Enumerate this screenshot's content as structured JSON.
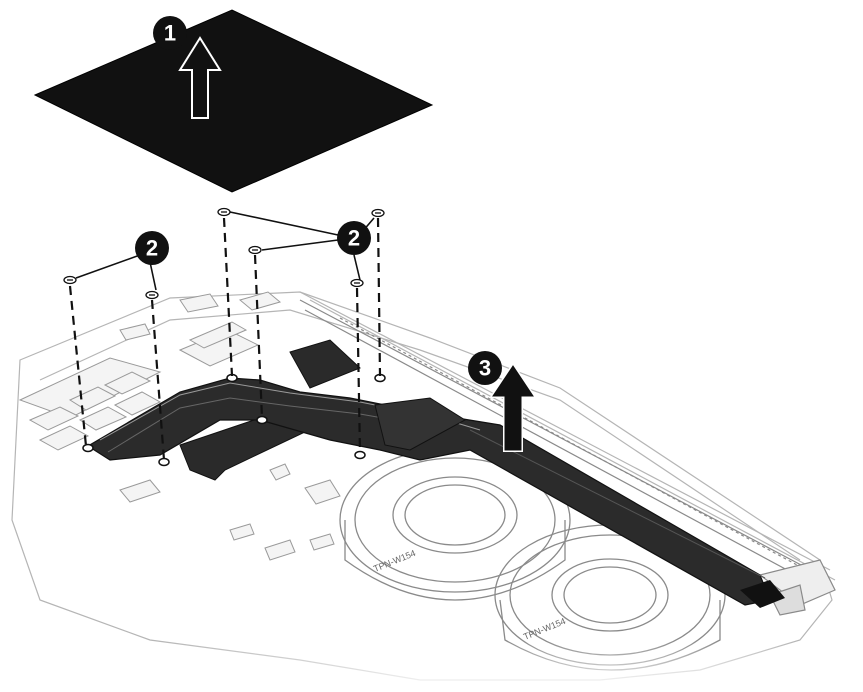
{
  "colors": {
    "black": "#111111",
    "outline": "#8a8a8a",
    "light": "#bdbdbd",
    "background": "#ffffff"
  },
  "callouts": [
    {
      "id": "c1",
      "label": "1"
    },
    {
      "id": "c2a",
      "label": "2"
    },
    {
      "id": "c2b",
      "label": "2"
    },
    {
      "id": "c3",
      "label": "3"
    }
  ],
  "fan_labels": {
    "left": "TPN-W154",
    "right": "TPN-W154"
  },
  "icons": [
    "up-arrow-icon",
    "screw-icon"
  ]
}
